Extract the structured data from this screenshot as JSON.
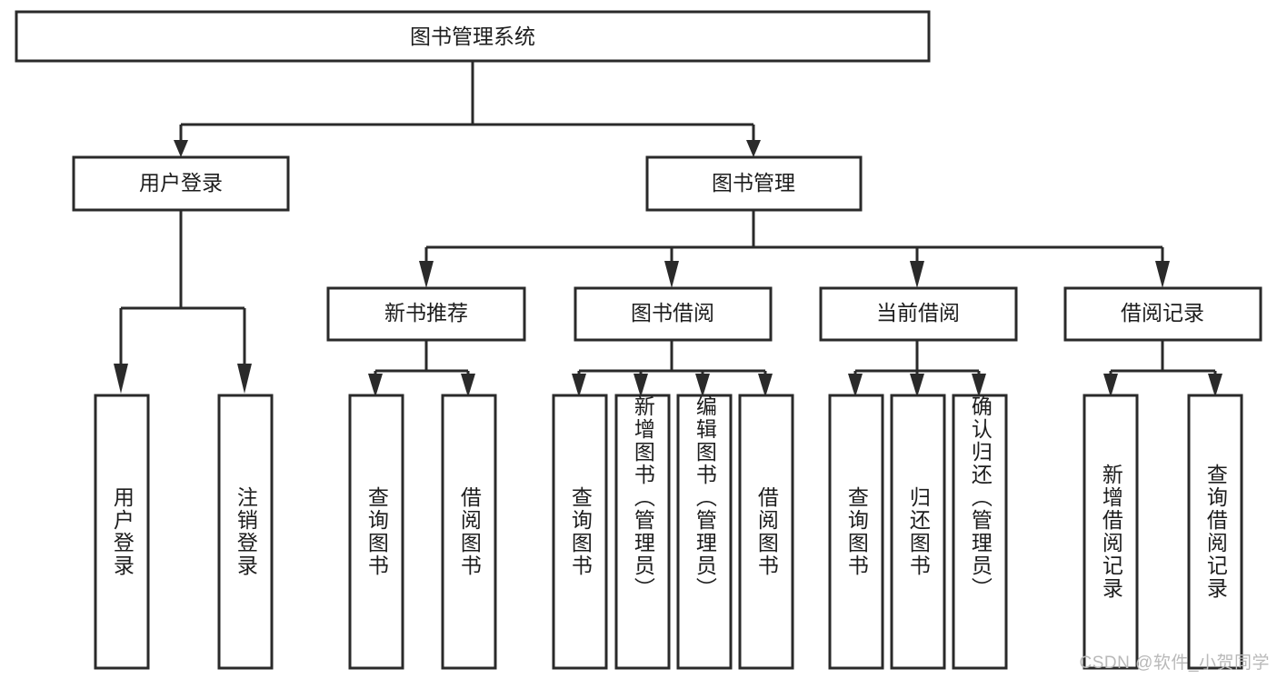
{
  "diagram": {
    "type": "tree-hierarchy-chart",
    "title": "图书管理系统",
    "background_color": "#ffffff",
    "line_color": "#2a2a2a",
    "text_color": "#1d1d1d",
    "root": {
      "label": "图书管理系统"
    },
    "level2": [
      {
        "label": "用户登录"
      },
      {
        "label": "图书管理"
      }
    ],
    "level3": [
      {
        "label": "新书推荐"
      },
      {
        "label": "图书借阅"
      },
      {
        "label": "当前借阅"
      },
      {
        "label": "借阅记录"
      }
    ],
    "leaves": {
      "user_login": [
        {
          "label": "用户登录"
        },
        {
          "label": "注销登录"
        }
      ],
      "new_book_recommend": [
        {
          "label": "查询图书"
        },
        {
          "label": "借阅图书"
        }
      ],
      "book_borrow": [
        {
          "label": "查询图书"
        },
        {
          "label": "新增图书（管理员）"
        },
        {
          "label": "编辑图书（管理员）"
        },
        {
          "label": "借阅图书"
        }
      ],
      "current_borrow": [
        {
          "label": "查询图书"
        },
        {
          "label": "归还图书"
        },
        {
          "label": "确认归还（管理员）"
        }
      ],
      "borrow_record": [
        {
          "label": "新增借阅记录"
        },
        {
          "label": "查询借阅记录"
        }
      ]
    }
  },
  "watermark": {
    "text": "CSDN @软件_小贺同学"
  }
}
